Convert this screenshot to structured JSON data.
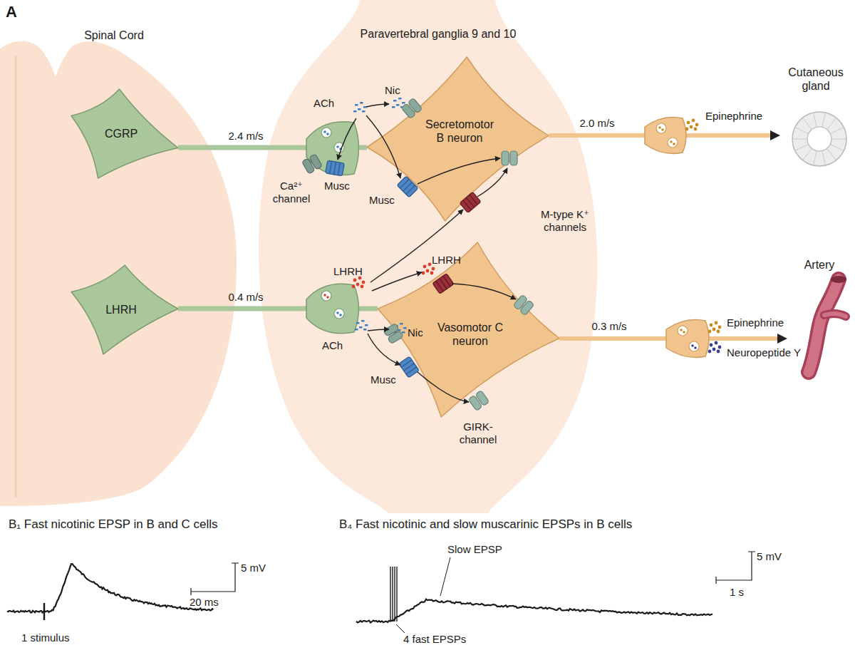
{
  "diagram": {
    "nodes": [
      {
        "text": [
          "Spinal Cord"
        ]
      },
      {
        "text": [
          "CGRP"
        ],
        "in": 0
      },
      {
        "text": [
          "LHRH"
        ],
        "in": 0
      },
      {
        "text": [
          "Paravertebral ganglia 9 and 10"
        ]
      },
      {
        "text": [
          "Secretomotor B neuron"
        ],
        "in": 3
      },
      {
        "text": [
          "Vasomotor C neuron"
        ],
        "in": 3
      },
      {
        "text": [
          "Cutaneous gland"
        ]
      },
      {
        "text": [
          "Artery"
        ]
      }
    ],
    "edges": [
      {
        "from": 1,
        "to": 4,
        "arrow": "none",
        "label": "2.4 m/s"
      },
      {
        "from": 2,
        "to": 5,
        "arrow": "none",
        "label": "0.4 m/s"
      },
      {
        "from": 4,
        "to": 6,
        "arrow": "to",
        "label": "2.0 m/s"
      },
      {
        "from": 5,
        "to": 7,
        "arrow": "to",
        "label": "0.3 m/s"
      }
    ],
    "labels": [
      "A",
      "ACh",
      "Nic",
      "Ca²⁺ channel",
      "Musc",
      "Musc",
      "M-type K⁺ channels",
      "LHRH",
      "LHRH",
      "Nic",
      "ACh",
      "Musc",
      "GIRK-channel",
      "Epinephrine",
      "Epinephrine",
      "Neuropeptide Y",
      "B₁ Fast nicotinic EPSP in B and C cells",
      "5 mV",
      "20 ms",
      "1 stimulus",
      "B₄ Fast nicotinic and slow muscarinic EPSPs in B cells",
      "Slow EPSP",
      "5 mV",
      "1 s",
      "4 fast EPSPs"
    ]
  }
}
